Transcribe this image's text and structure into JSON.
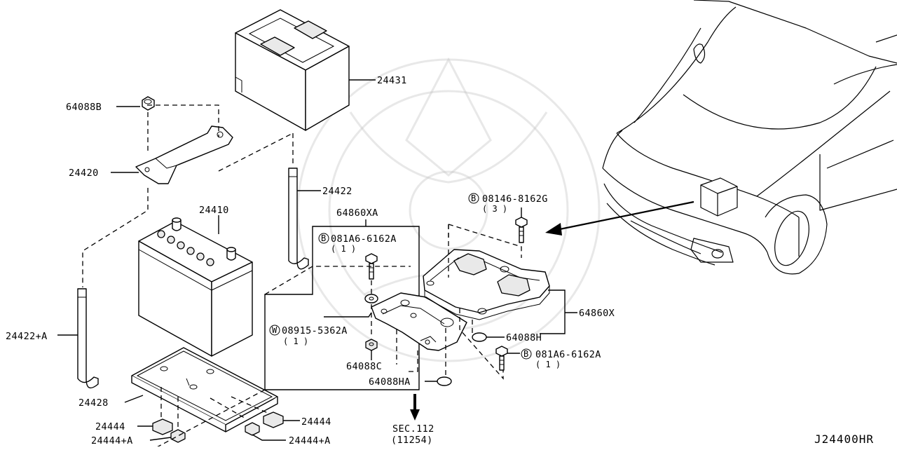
{
  "diagram_id": "J24400HR",
  "parts": {
    "p24431": "24431",
    "p64088B": "64088B",
    "p24420": "24420",
    "p24422": "24422",
    "p24410": "24410",
    "p24422A": "24422+A",
    "p24428": "24428",
    "p24444_left": "24444",
    "p24444A_left": "24444+A",
    "p24444_right": "24444",
    "p24444A_right": "24444+A",
    "p64860XA": "64860XA",
    "p64860X": "64860X",
    "p64088H": "64088H",
    "p64088C": "64088C",
    "p64088HA": "64088HA"
  },
  "fasteners": {
    "b1": {
      "prefix": "B",
      "part": "081A6-6162A",
      "qty": "( 1 )"
    },
    "b2": {
      "prefix": "B",
      "part": "08146-8162G",
      "qty": "( 3 )"
    },
    "b3": {
      "prefix": "B",
      "part": "081A6-6162A",
      "qty": "( 1 )"
    },
    "w1": {
      "prefix": "W",
      "part": "08915-5362A",
      "qty": "( 1 )"
    }
  },
  "section_ref": {
    "sec": "SEC.112",
    "sub": "(11254)"
  }
}
